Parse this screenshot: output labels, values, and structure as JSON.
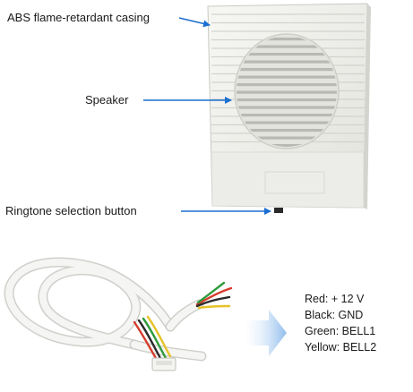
{
  "labels": {
    "casing": "ABS flame-retardant casing",
    "speaker": "Speaker",
    "button": "Ringtone selection button"
  },
  "wires": [
    {
      "text": "Red: + 12 V",
      "color": "#d63b2c"
    },
    {
      "text": "Black: GND",
      "color": "#2a2a2a"
    },
    {
      "text": "Green: BELL1",
      "color": "#2f9a3c"
    },
    {
      "text": "Yellow: BELL2",
      "color": "#e6c229"
    }
  ],
  "colors": {
    "arrow": "#1a6fd0",
    "housing": "#eeeeea",
    "housing_edge": "#c9c9c4",
    "cable": "#f4f4f2",
    "big_arrow": "#9cc4ef"
  }
}
